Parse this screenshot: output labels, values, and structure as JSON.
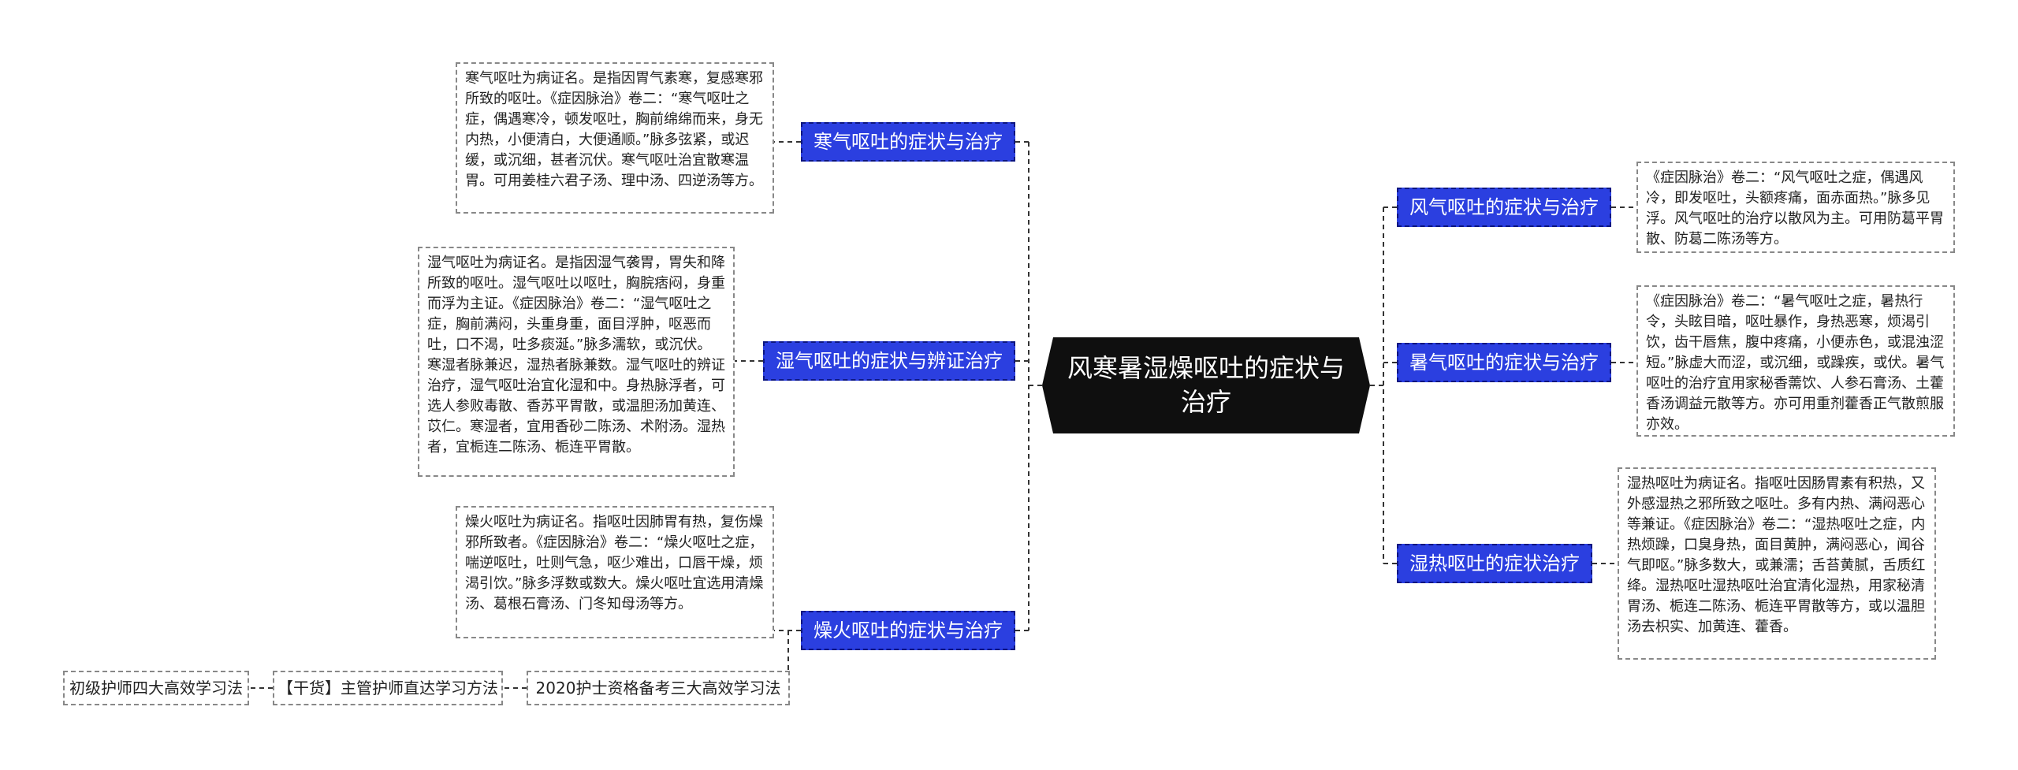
{
  "root": {
    "title": "风寒暑湿燥呕吐的症状与治疗"
  },
  "left_branches": [
    {
      "topic": "寒气呕吐的症状与治疗",
      "description": "寒气呕吐为病证名。是指因胃气素寒，复感寒邪所致的呕吐。《症因脉治》卷二：“寒气呕吐之症，偶遇寒冷，顿发呕吐，胸前绵绵而来，身无内热，小便清白，大便通顺。”脉多弦紧，或迟缓，或沉细，甚者沉伏。寒气呕吐治宜散寒温胃。可用姜桂六君子汤、理中汤、四逆汤等方。"
    },
    {
      "topic": "湿气呕吐的症状与辨证治疗",
      "description": "湿气呕吐为病证名。是指因湿气袭胃，胃失和降所致的呕吐。湿气呕吐以呕吐，胸脘痞闷，身重而浮为主证。《症因脉治》卷二：“湿气呕吐之症，胸前满闷，头重身重，面目浮肿，呕恶而吐，口不渴，吐多痰涎。”脉多濡软，或沉伏。寒湿者脉兼迟，湿热者脉兼数。湿气呕吐的辨证治疗，湿气呕吐治宜化湿和中。身热脉浮者，可选人参败毒散、香苏平胃散，或温胆汤加黄连、苡仁。寒湿者，宜用香砂二陈汤、术附汤。湿热者，宜栀连二陈汤、栀连平胃散。"
    },
    {
      "topic": "燥火呕吐的症状与治疗",
      "description": "燥火呕吐为病证名。指呕吐因肺胃有热，复伤燥邪所致者。《症因脉治》卷二：“燥火呕吐之症，喘逆呕吐，吐则气急，呕少难出，口唇干燥，烦渴引饮。”脉多浮数或数大。燥火呕吐宜选用清燥汤、葛根石膏汤、门冬知母汤等方。"
    }
  ],
  "right_branches": [
    {
      "topic": "风气呕吐的症状与治疗",
      "description": "《症因脉治》卷二：“风气呕吐之症，偶遇风冷，即发呕吐，头额疼痛，面赤面热。”脉多见浮。风气呕吐的治疗以散风为主。可用防葛平胃散、防葛二陈汤等方。"
    },
    {
      "topic": "暑气呕吐的症状与治疗",
      "description": "《症因脉治》卷二：“暑气呕吐之症，暑热行令，头眩目暗，呕吐暴作，身热恶寒，烦渴引饮，齿干唇焦，腹中疼痛，小便赤色，或混浊涩短。”脉虚大而涩，或沉细，或躁疾，或伏。暑气呕吐的治疗宜用家秘香薷饮、人参石膏汤、土藿香汤调益元散等方。亦可用重剂藿香正气散煎服亦效。"
    },
    {
      "topic": "湿热呕吐的症状治疗",
      "description": "湿热呕吐为病证名。指呕吐因肠胃素有积热，又外感湿热之邪所致之呕吐。多有内热、满闷恶心等兼证。《症因脉治》卷二：“湿热呕吐之症，内热烦躁，口臭身热，面目黄肿，满闷恶心，闻谷气即呕。”脉多数大，或兼濡；舌苔黄腻，舌质红绛。湿热呕吐湿热呕吐治宜清化湿热，用家秘清胃汤、栀连二陈汤、栀连平胃散等方，或以温胆汤去枳实、加黄连、藿香。"
    }
  ],
  "footer_links": [
    "2020护士资格备考三大高效学习法",
    "【干货】主管护师直达学习方法",
    "初级护师四大高效学习法"
  ],
  "colors": {
    "root_bg": "#0f0f0f",
    "topic_bg": "#2b3fe0",
    "topic_border": "#0c1680",
    "connector": "#333333",
    "desc_border": "#888888"
  }
}
